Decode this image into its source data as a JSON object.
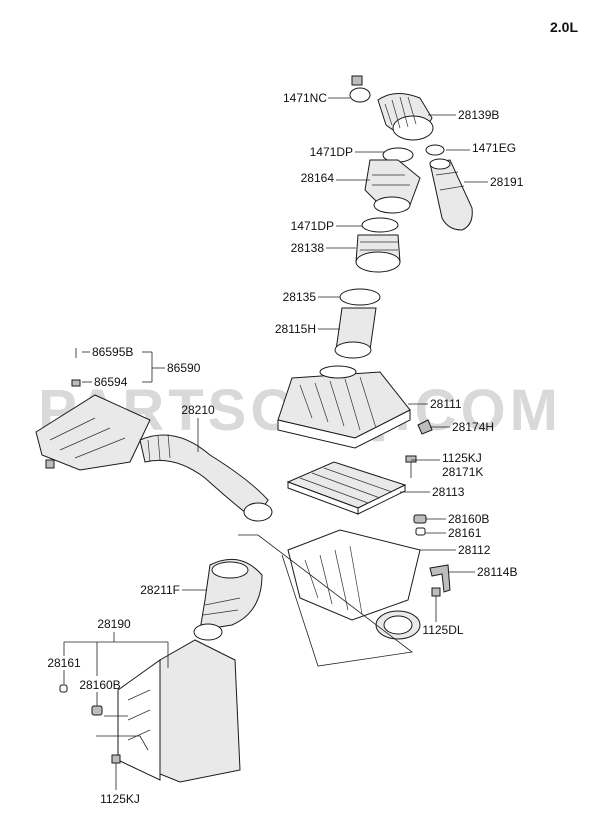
{
  "engine_variant": "2.0L",
  "watermark": "PARTSOUQ.COM",
  "callouts": [
    {
      "id": "c1471nc",
      "text": "1471NC"
    },
    {
      "id": "c28139b",
      "text": "28139B"
    },
    {
      "id": "c1471dp1",
      "text": "1471DP"
    },
    {
      "id": "c1471eg",
      "text": "1471EG"
    },
    {
      "id": "c28164",
      "text": "28164"
    },
    {
      "id": "c28191",
      "text": "28191"
    },
    {
      "id": "c1471dp2",
      "text": "1471DP"
    },
    {
      "id": "c28138",
      "text": "28138"
    },
    {
      "id": "c28135",
      "text": "28135"
    },
    {
      "id": "c28115h",
      "text": "28115H"
    },
    {
      "id": "c86595b",
      "text": "86595B"
    },
    {
      "id": "c86590",
      "text": "86590"
    },
    {
      "id": "c86594",
      "text": "86594"
    },
    {
      "id": "c28210",
      "text": "28210"
    },
    {
      "id": "c28111",
      "text": "28111"
    },
    {
      "id": "c28174h",
      "text": "28174H"
    },
    {
      "id": "c1125kj1",
      "text": "1125KJ"
    },
    {
      "id": "c28171k",
      "text": "28171K"
    },
    {
      "id": "c28113",
      "text": "28113"
    },
    {
      "id": "c28160b1",
      "text": "28160B"
    },
    {
      "id": "c28161a",
      "text": "28161"
    },
    {
      "id": "c28112",
      "text": "28112"
    },
    {
      "id": "c28114b",
      "text": "28114B"
    },
    {
      "id": "c28211f",
      "text": "28211F"
    },
    {
      "id": "c1125dl",
      "text": "1125DL"
    },
    {
      "id": "c28190",
      "text": "28190"
    },
    {
      "id": "c28161b",
      "text": "28161"
    },
    {
      "id": "c28160b2",
      "text": "28160B"
    },
    {
      "id": "c1125kj2",
      "text": "1125KJ"
    }
  ]
}
